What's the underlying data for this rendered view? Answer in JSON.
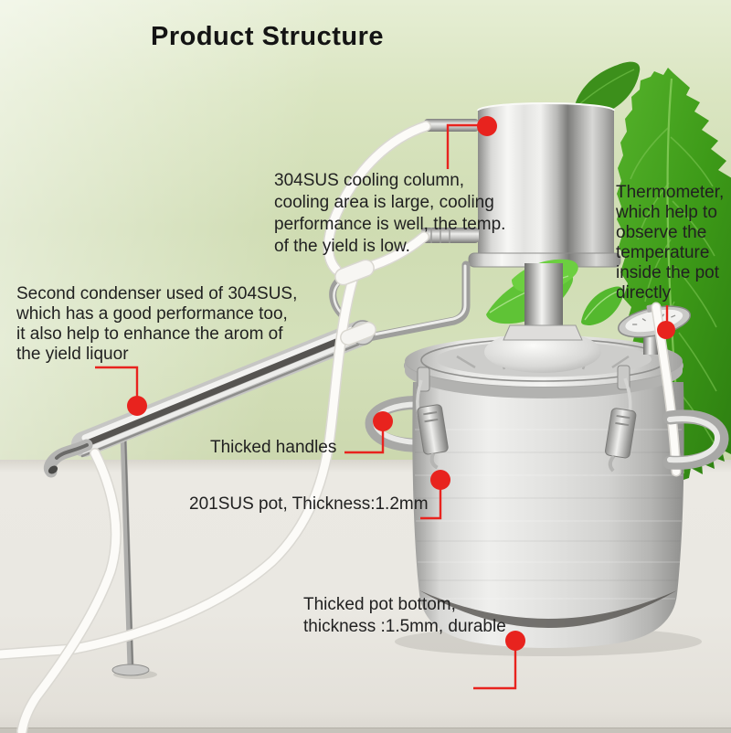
{
  "title": "Product Structure",
  "annotations": {
    "cooling_column": {
      "lines": [
        "304SUS cooling column,",
        "cooling area is large, cooling",
        "performance is well, the temp.",
        "of the yield is low."
      ]
    },
    "thermometer": {
      "lines": [
        "Thermometer,",
        "which help to",
        "observe the",
        "temperature",
        "inside the pot",
        "directly"
      ]
    },
    "second_condenser": {
      "lines": [
        "Second condenser used of 304SUS,",
        "which has a good performance too,",
        "it also help to enhance the arom of",
        "the yield liquor"
      ]
    },
    "handles": {
      "lines": [
        "Thicked handles"
      ]
    },
    "pot": {
      "lines": [
        "201SUS pot, Thickness:1.2mm"
      ]
    },
    "pot_bottom": {
      "lines": [
        "Thicked pot bottom,",
        "thickness :1.5mm, durable"
      ]
    }
  },
  "colors": {
    "background_green": "#d4e0ba",
    "table_gray": "#eae8e2",
    "accent_red": "#e8231e",
    "leaf_green": "#3f9a1c",
    "steel_light": "#f2f2f0",
    "steel_dark": "#8a8a88",
    "text": "#212121"
  }
}
